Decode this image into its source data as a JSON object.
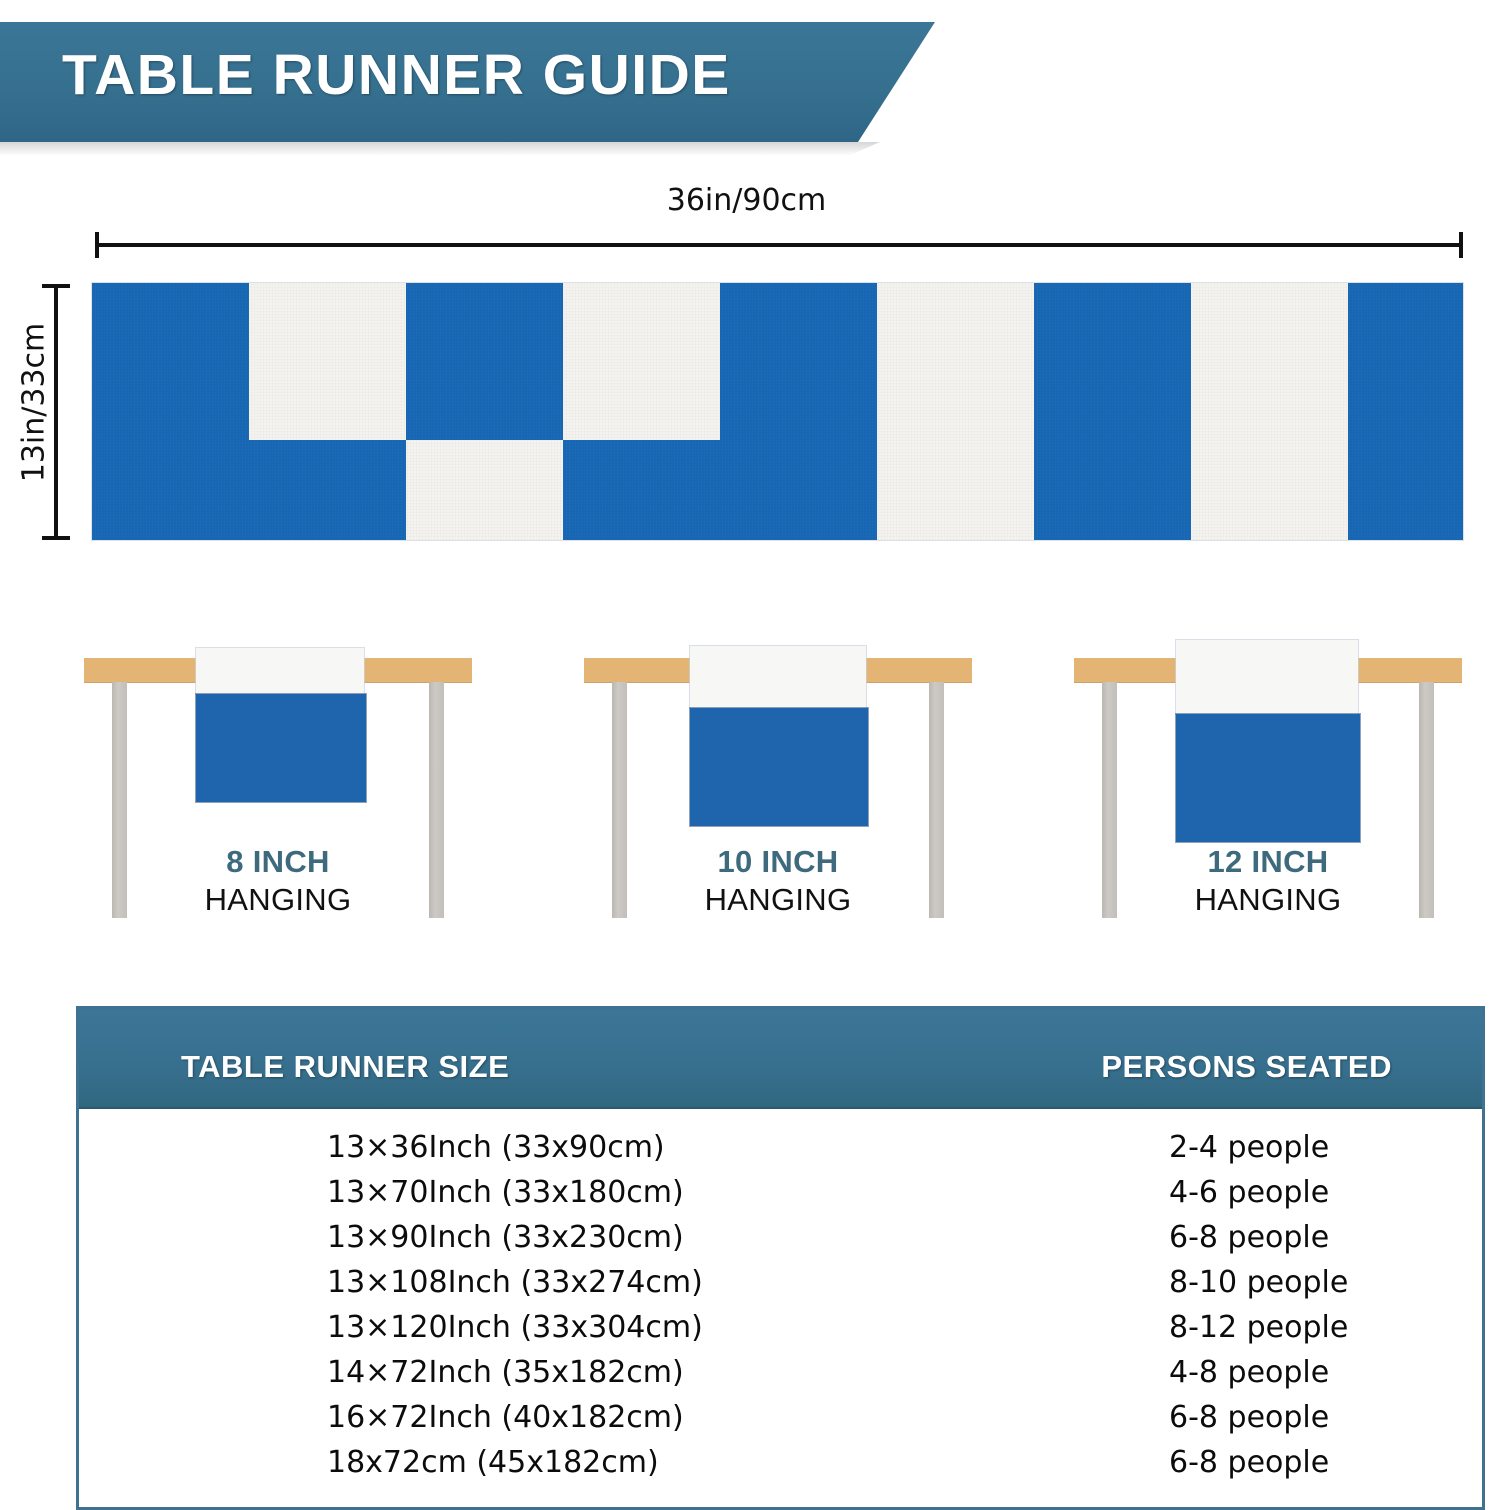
{
  "header": {
    "title": "TABLE RUNNER GUIDE",
    "banner_color": "#36708f"
  },
  "dimensions": {
    "width_label": "36in/90cm",
    "height_label": "13in/33cm"
  },
  "runner": {
    "flag_blue": "#1566b5",
    "fabric_white": "#f4f3f0"
  },
  "hanging_figures": [
    {
      "inch_label": "8 INCH",
      "hanging_label": "HANGING",
      "white_height": 46,
      "blue_height": 108
    },
    {
      "inch_label": "10 INCH",
      "hanging_label": "HANGING",
      "white_height": 62,
      "blue_height": 118
    },
    {
      "inch_label": "12 INCH",
      "hanging_label": "HANGING",
      "white_height": 74,
      "blue_height": 128
    }
  ],
  "figure_colors": {
    "tabletop": "#e3b473",
    "leg": "#c6c2bd",
    "cloth_blue": "#1f65ae",
    "cloth_white": "#f7f7f6",
    "inch_text": "#3d6b7d",
    "hanging_text": "#111111"
  },
  "size_table": {
    "headers": {
      "size": "TABLE RUNNER SIZE",
      "persons": "PERSONS SEATED"
    },
    "rows": [
      {
        "size": "13×36Inch (33x90cm)",
        "persons": "2-4 people"
      },
      {
        "size": "13×70Inch  (33x180cm)",
        "persons": "4-6 people"
      },
      {
        "size": "13×90Inch  (33x230cm)",
        "persons": "6-8 people"
      },
      {
        "size": "13×108Inch  (33x274cm)",
        "persons": "8-10 people"
      },
      {
        "size": "13×120Inch  (33x304cm)",
        "persons": "8-12 people"
      },
      {
        "size": "14×72Inch (35x182cm)",
        "persons": "4-8 people"
      },
      {
        "size": "16×72Inch (40x182cm)",
        "persons": "6-8 people"
      },
      {
        "size": "18x72cm (45x182cm)",
        "persons": "6-8 people"
      }
    ]
  }
}
